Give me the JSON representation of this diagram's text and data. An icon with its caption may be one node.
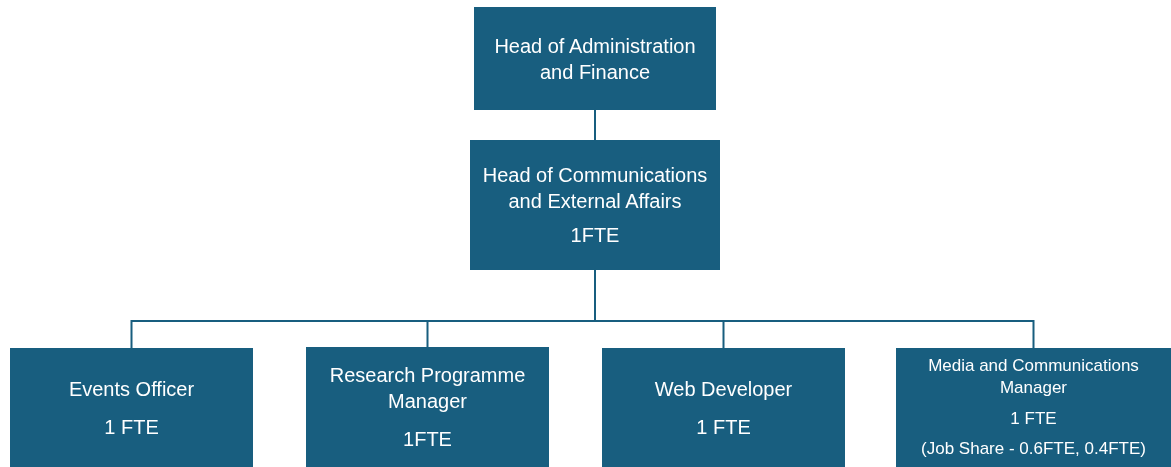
{
  "diagram": {
    "nodes": [
      {
        "text": [
          "Head of Administration and Finance"
        ]
      },
      {
        "text": [
          "Head of Communications and External Affairs",
          "1FTE"
        ]
      },
      {
        "text": [
          "Events Officer",
          "1 FTE"
        ]
      },
      {
        "text": [
          "Research Programme Manager",
          "1FTE"
        ]
      },
      {
        "text": [
          "Web Developer",
          "1 FTE"
        ]
      },
      {
        "text": [
          "Media and Communications Manager",
          "1 FTE",
          "(Job Share - 0.6FTE, 0.4FTE)"
        ]
      }
    ],
    "edges": [
      {
        "from": 0,
        "to": 1,
        "arrow": "none"
      },
      {
        "from": 1,
        "to": 2,
        "arrow": "none"
      },
      {
        "from": 1,
        "to": 3,
        "arrow": "none"
      },
      {
        "from": 1,
        "to": 4,
        "arrow": "none"
      },
      {
        "from": 1,
        "to": 5,
        "arrow": "none"
      }
    ]
  }
}
